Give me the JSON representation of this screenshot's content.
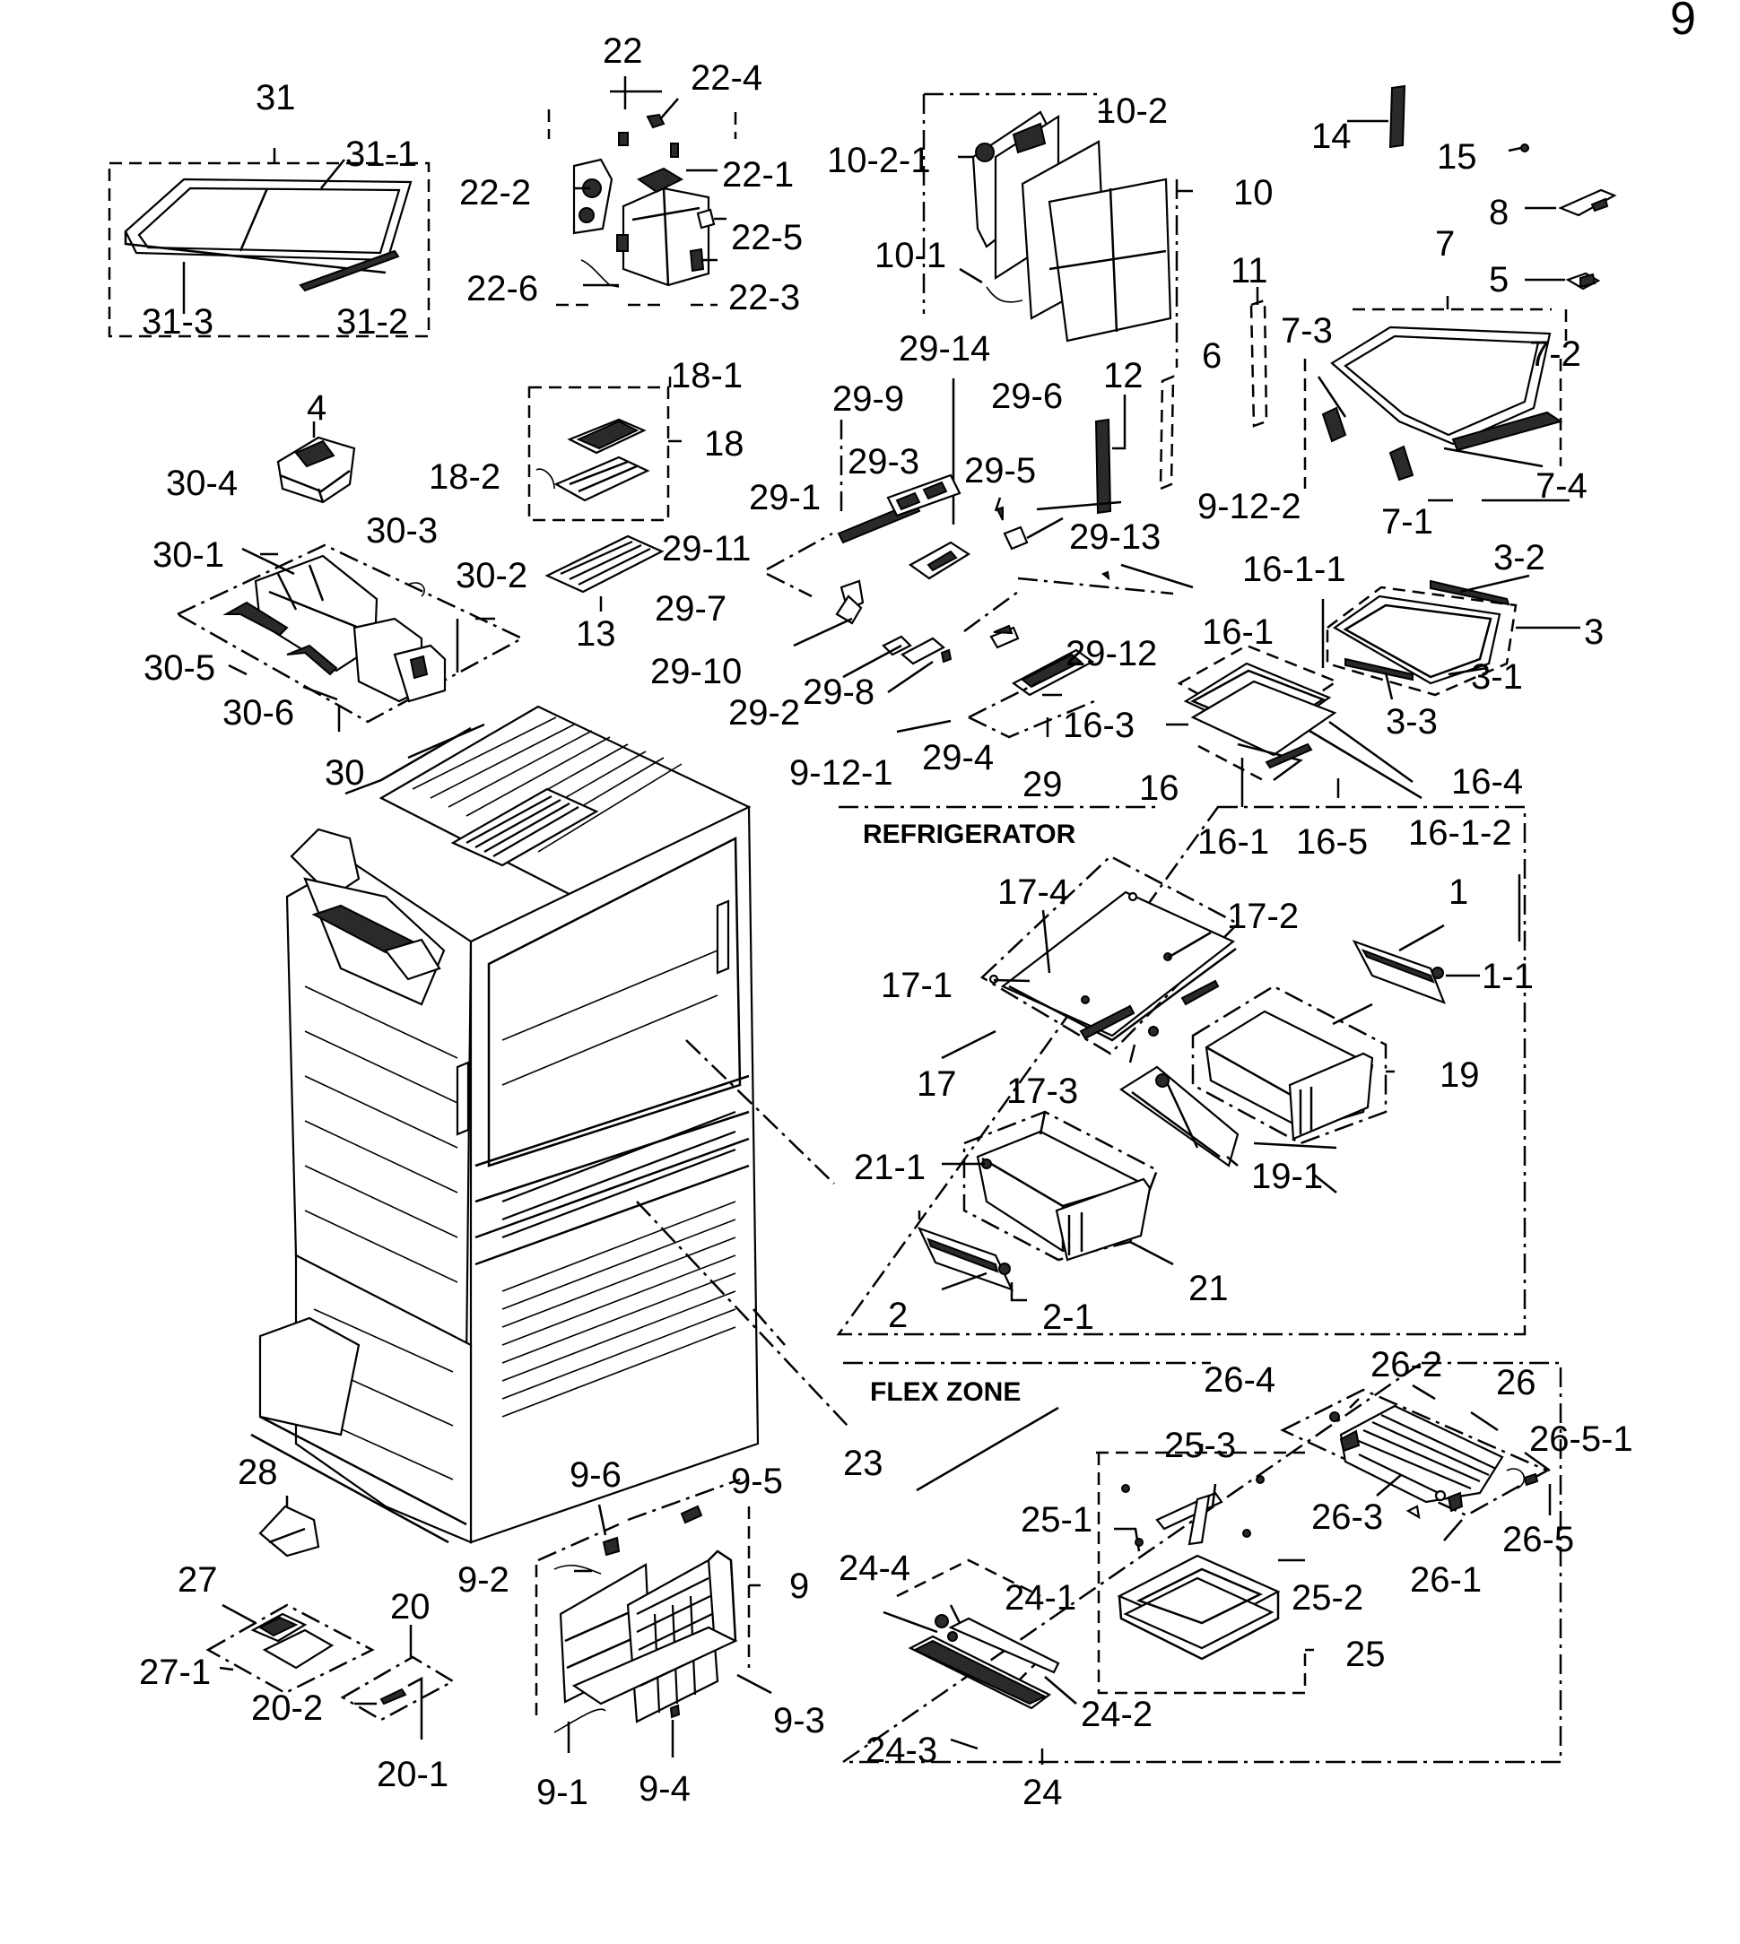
{
  "corner_mark": "9",
  "sections": {
    "refrigerator": "REFRIGERATOR",
    "flex_zone": "FLEX ZONE"
  },
  "labels": {
    "l1": "1",
    "l1_1": "1-1",
    "l2": "2",
    "l2_1": "2-1",
    "l3": "3",
    "l3_1": "3-1",
    "l3_2": "3-2",
    "l3_3": "3-3",
    "l4": "4",
    "l5": "5",
    "l6": "6",
    "l7": "7",
    "l7_1": "7-1",
    "l7_2": "7-2",
    "l7_3": "7-3",
    "l7_4": "7-4",
    "l8": "8",
    "l9": "9",
    "l9_1": "9-1",
    "l9_2": "9-2",
    "l9_3": "9-3",
    "l9_4": "9-4",
    "l9_5": "9-5",
    "l9_6": "9-6",
    "l9_12_1": "9-12-1",
    "l9_12_2": "9-12-2",
    "l10": "10",
    "l10_1": "10-1",
    "l10_2": "10-2",
    "l10_2_1": "10-2-1",
    "l11": "11",
    "l12": "12",
    "l13": "13",
    "l14": "14",
    "l15": "15",
    "l16": "16",
    "l16_1a": "16-1",
    "l16_1b": "16-1",
    "l16_1_1": "16-1-1",
    "l16_1_2": "16-1-2",
    "l16_3": "16-3",
    "l16_4": "16-4",
    "l16_5": "16-5",
    "l17": "17",
    "l17_1": "17-1",
    "l17_2": "17-2",
    "l17_3": "17-3",
    "l17_4": "17-4",
    "l18": "18",
    "l18_1": "18-1",
    "l18_2": "18-2",
    "l19": "19",
    "l19_1": "19-1",
    "l20": "20",
    "l20_1": "20-1",
    "l20_2": "20-2",
    "l21": "21",
    "l21_1": "21-1",
    "l22": "22",
    "l22_1": "22-1",
    "l22_2": "22-2",
    "l22_3": "22-3",
    "l22_4": "22-4",
    "l22_5": "22-5",
    "l22_6": "22-6",
    "l23": "23",
    "l24": "24",
    "l24_1": "24-1",
    "l24_2": "24-2",
    "l24_3": "24-3",
    "l24_4": "24-4",
    "l25": "25",
    "l25_1": "25-1",
    "l25_2": "25-2",
    "l25_3": "25-3",
    "l26": "26",
    "l26_1": "26-1",
    "l26_2": "26-2",
    "l26_3": "26-3",
    "l26_4": "26-4",
    "l26_5": "26-5",
    "l26_5_1": "26-5-1",
    "l27": "27",
    "l27_1": "27-1",
    "l28": "28",
    "l29": "29",
    "l29_1": "29-1",
    "l29_2": "29-2",
    "l29_3": "29-3",
    "l29_4": "29-4",
    "l29_5": "29-5",
    "l29_6": "29-6",
    "l29_7": "29-7",
    "l29_8": "29-8",
    "l29_9": "29-9",
    "l29_10": "29-10",
    "l29_11": "29-11",
    "l29_12": "29-12",
    "l29_13": "29-13",
    "l29_14": "29-14",
    "l30": "30",
    "l30_1": "30-1",
    "l30_2": "30-2",
    "l30_3": "30-3",
    "l30_4": "30-4",
    "l30_5": "30-5",
    "l30_6": "30-6",
    "l31": "31",
    "l31_1": "31-1",
    "l31_2": "31-2",
    "l31_3": "31-3"
  }
}
